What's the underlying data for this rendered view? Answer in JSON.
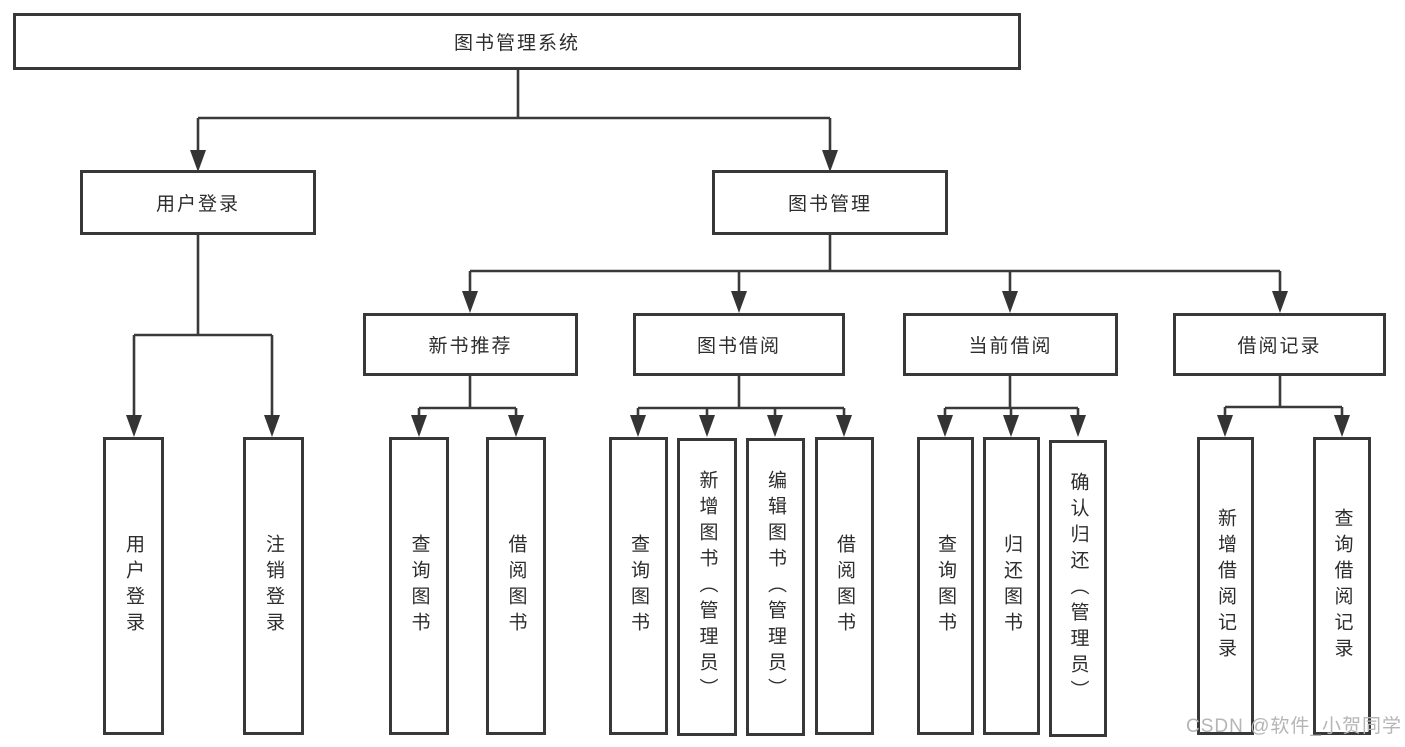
{
  "diagram": {
    "root": {
      "label": "图书管理系统"
    },
    "level2": [
      {
        "label": "用户登录"
      },
      {
        "label": "图书管理"
      }
    ],
    "level3": [
      {
        "label": "新书推荐"
      },
      {
        "label": "图书借阅"
      },
      {
        "label": "当前借阅"
      },
      {
        "label": "借阅记录"
      }
    ],
    "leaves": [
      {
        "label": "用户登录"
      },
      {
        "label": "注销登录"
      },
      {
        "label": "查询图书"
      },
      {
        "label": "借阅图书"
      },
      {
        "label": "查询图书"
      },
      {
        "label": "新增图书（管理员）"
      },
      {
        "label": "编辑图书（管理员）"
      },
      {
        "label": "借阅图书"
      },
      {
        "label": "查询图书"
      },
      {
        "label": "归还图书"
      },
      {
        "label": "确认归还（管理员）"
      },
      {
        "label": "新增借阅记录"
      },
      {
        "label": "查询借阅记录"
      }
    ]
  },
  "colors": {
    "line": "#3a3a3a",
    "box_border": "#383838",
    "text": "#2d2d2d",
    "watermark": "#b5b5b5"
  },
  "watermark": "CSDN @软件_小贺同学"
}
